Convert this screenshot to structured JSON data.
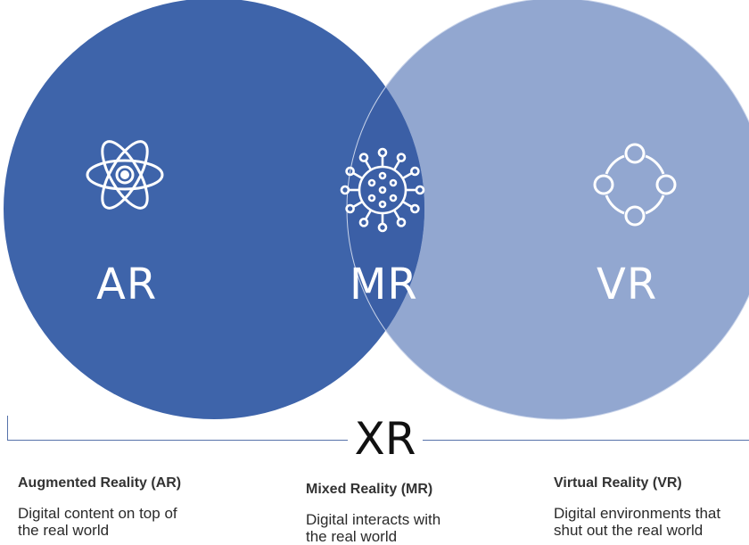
{
  "colors": {
    "ar_circle": "#3e64aa",
    "vr_circle": "#92a7d0",
    "mr_overlap": "#3b5fa6",
    "icon_stroke": "#ffffff",
    "xr_line": "#5672aa"
  },
  "venn": {
    "ar": {
      "label": "AR",
      "icon": "atom-icon"
    },
    "mr": {
      "label": "MR",
      "icon": "virus-icon"
    },
    "vr": {
      "label": "VR",
      "icon": "network-ring-icon"
    }
  },
  "umbrella": {
    "label": "XR"
  },
  "descriptions": [
    {
      "title": "Augmented Reality (AR)",
      "lines": [
        "Digital content on top of",
        "the real world"
      ]
    },
    {
      "title": "Mixed Reality (MR)",
      "lines": [
        "Digital interacts with",
        "the real world"
      ]
    },
    {
      "title": "Virtual Reality (VR)",
      "lines": [
        "Digital environments that",
        "shut out the real world"
      ]
    }
  ]
}
